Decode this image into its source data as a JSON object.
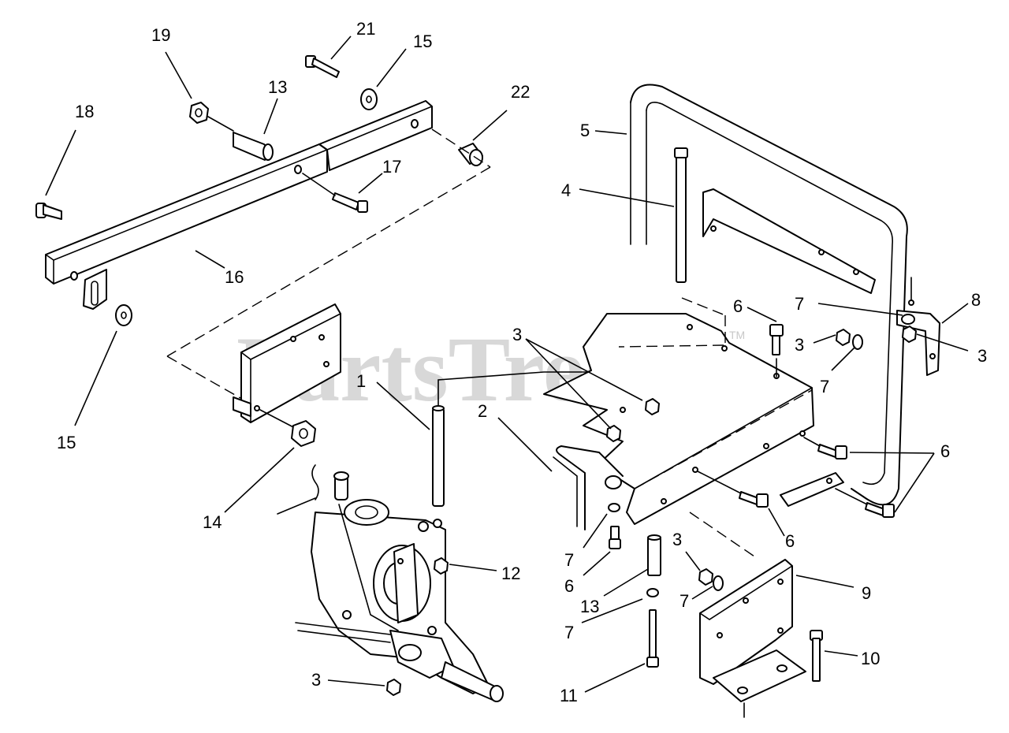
{
  "watermark": {
    "text": "PartsTree",
    "mark": "TM"
  },
  "callouts": [
    {
      "id": "c19",
      "text": "19"
    },
    {
      "id": "c21",
      "text": "21"
    },
    {
      "id": "c15a",
      "text": "15"
    },
    {
      "id": "c13a",
      "text": "13"
    },
    {
      "id": "c22",
      "text": "22"
    },
    {
      "id": "c18",
      "text": "18"
    },
    {
      "id": "c17",
      "text": "17"
    },
    {
      "id": "c16",
      "text": "16"
    },
    {
      "id": "c15b",
      "text": "15"
    },
    {
      "id": "c5",
      "text": "5"
    },
    {
      "id": "c4",
      "text": "4"
    },
    {
      "id": "c6a",
      "text": "6"
    },
    {
      "id": "c7a",
      "text": "7"
    },
    {
      "id": "c8",
      "text": "8"
    },
    {
      "id": "c3a",
      "text": "3"
    },
    {
      "id": "c3b",
      "text": "3"
    },
    {
      "id": "c3c",
      "text": "3"
    },
    {
      "id": "c7b",
      "text": "7"
    },
    {
      "id": "c1",
      "text": "1"
    },
    {
      "id": "c2",
      "text": "2"
    },
    {
      "id": "c6b",
      "text": "6"
    },
    {
      "id": "c6c",
      "text": "6"
    },
    {
      "id": "c14",
      "text": "14"
    },
    {
      "id": "c12",
      "text": "12"
    },
    {
      "id": "c7c",
      "text": "7"
    },
    {
      "id": "c6d",
      "text": "6"
    },
    {
      "id": "c13b",
      "text": "13"
    },
    {
      "id": "c3d",
      "text": "3"
    },
    {
      "id": "c7d",
      "text": "7"
    },
    {
      "id": "c7e",
      "text": "7"
    },
    {
      "id": "c9",
      "text": "9"
    },
    {
      "id": "c10",
      "text": "10"
    },
    {
      "id": "c3e",
      "text": "3"
    },
    {
      "id": "c11",
      "text": "11"
    }
  ]
}
